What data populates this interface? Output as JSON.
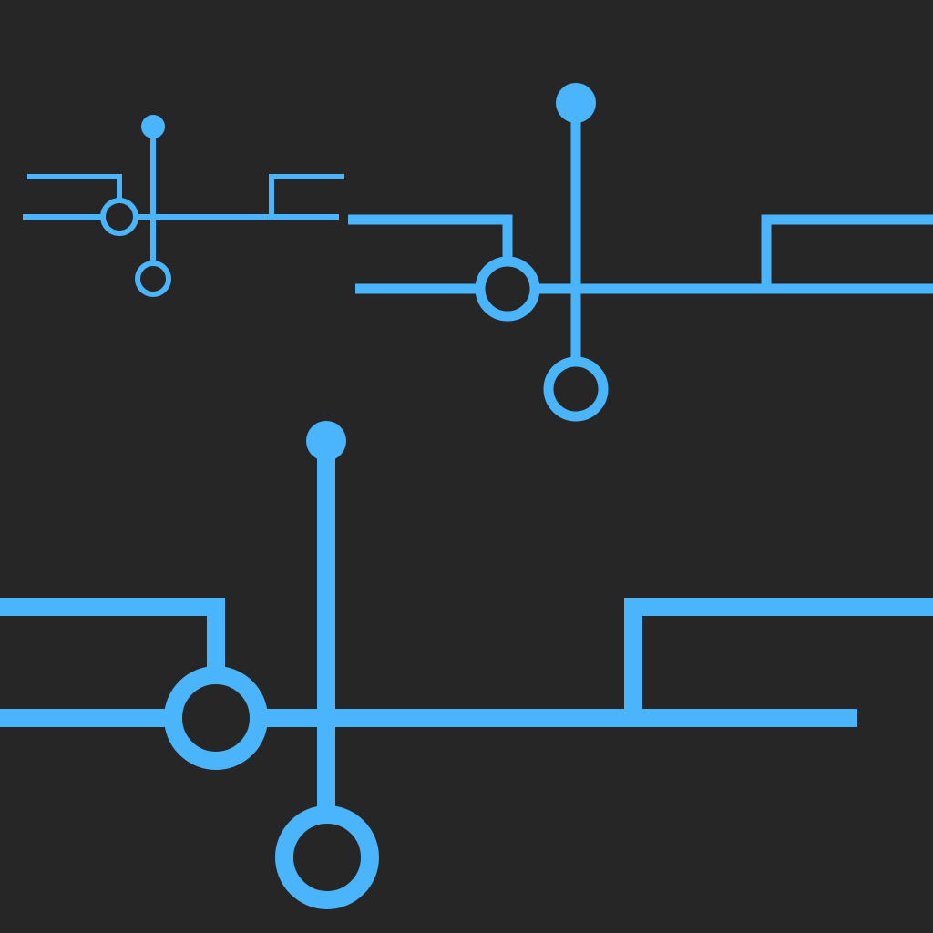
{
  "colors": {
    "background": "#262626",
    "line": "#4ab5fc"
  },
  "icons": [
    "circuit-trace-icon"
  ],
  "diagram": {
    "description_free": true,
    "motif_count": 3,
    "motifs": [
      {
        "name": "circuit-motif-small",
        "scale": "small"
      },
      {
        "name": "circuit-motif-medium",
        "scale": "medium"
      },
      {
        "name": "circuit-motif-large",
        "scale": "large"
      }
    ]
  }
}
